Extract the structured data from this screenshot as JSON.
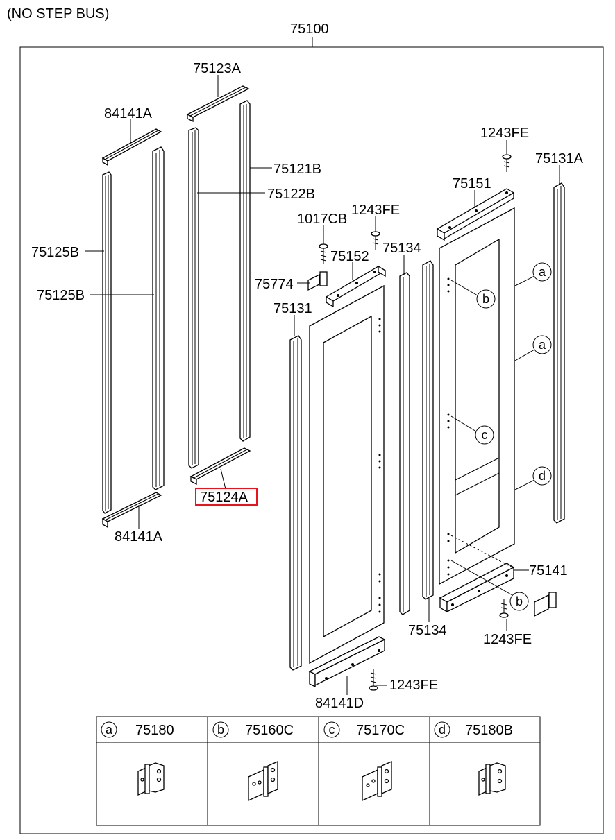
{
  "header": {
    "note": "(NO STEP BUS)",
    "assembly_number": "75100"
  },
  "callouts": {
    "c_75123A": "75123A",
    "c_84141A_top": "84141A",
    "c_75121B": "75121B",
    "c_75122B": "75122B",
    "c_75125B_1": "75125B",
    "c_75125B_2": "75125B",
    "c_75124A": "75124A",
    "c_84141A_bottom": "84141A",
    "c_1017CB": "1017CB",
    "c_1243FE_top_mid": "1243FE",
    "c_75134_top": "75134",
    "c_75152": "75152",
    "c_75774": "75774",
    "c_75131": "75131",
    "c_1243FE_top_right": "1243FE",
    "c_75151": "75151",
    "c_75131A": "75131A",
    "c_75141": "75141",
    "c_75134_bottom": "75134",
    "c_1243FE_bottom_right": "1243FE",
    "c_1243FE_bottom": "1243FE",
    "c_84141D": "84141D"
  },
  "circle_refs": [
    "a",
    "a",
    "b",
    "c",
    "d",
    "b"
  ],
  "highlighted_part": "75124A",
  "highlight_color": "#e8141c",
  "legend_table": [
    {
      "letter": "a",
      "part": "75180"
    },
    {
      "letter": "b",
      "part": "75160C"
    },
    {
      "letter": "c",
      "part": "75170C"
    },
    {
      "letter": "d",
      "part": "75180B"
    }
  ]
}
